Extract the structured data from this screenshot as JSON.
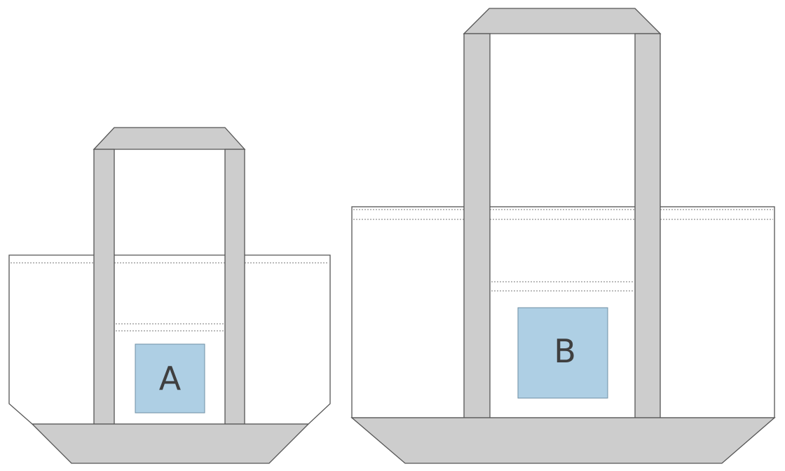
{
  "colors": {
    "background": "#ffffff",
    "outline": "#555555",
    "bag_body": "#ffffff",
    "handle_and_base": "#cdcdcd",
    "print_area": "#aecfe4",
    "stitch": "#777777",
    "label_text": "#3f3f3f"
  },
  "bags": [
    {
      "id": "small",
      "print_area_label": "A"
    },
    {
      "id": "large",
      "print_area_label": "B"
    }
  ]
}
